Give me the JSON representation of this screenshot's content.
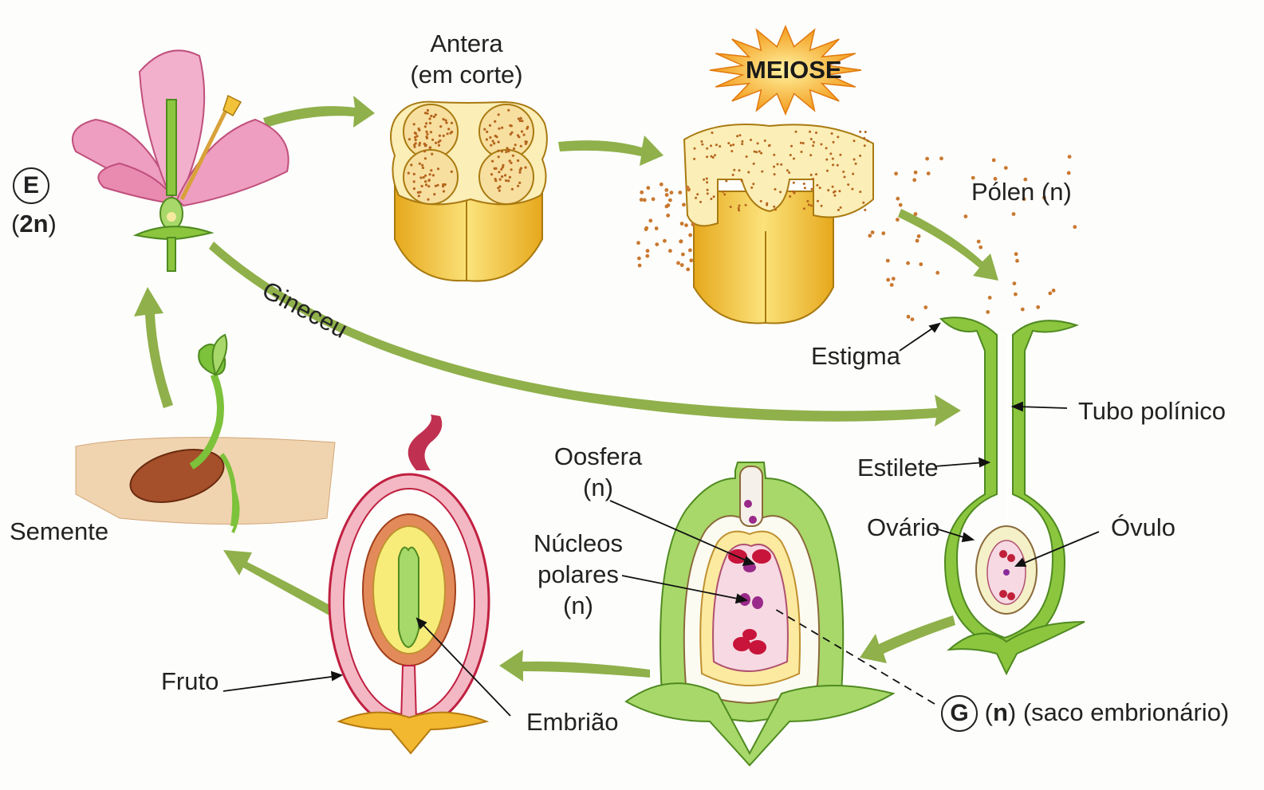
{
  "labels": {
    "antera_1": "Antera",
    "antera_2": "(em corte)",
    "meiose": "MEIOSE",
    "polen": "Pólen (n)",
    "estigma": "Estigma",
    "tubo": "Tubo polínico",
    "estilete": "Estilete",
    "ovario": "Ovário",
    "ovulo": "Óvulo",
    "gineceu": "Gineceu",
    "e_letter": "E",
    "e_ploidy_open": "(",
    "e_ploidy": "2n",
    "e_ploidy_close": ")",
    "semente": "Semente",
    "oosfera_1": "Oosfera",
    "oosfera_2": "(n)",
    "nucleos_1": "Núcleos",
    "nucleos_2": "polares",
    "nucleos_3": "(n)",
    "fruto": "Fruto",
    "embriao": "Embrião",
    "g_letter": "G",
    "g_open": "(",
    "g_ploidy": "n",
    "g_rest": ") (saco embrionário)"
  },
  "colors": {
    "arrow": "#8fb04a",
    "petal": "#e98bb0",
    "stem": "#7cc23a",
    "anther": "#f2c23a",
    "pollen": "#c9782f",
    "fruit": "#e0506a",
    "seed": "#a5502a",
    "soil": "#f0d4b0",
    "meiose_burst": "#f5a020"
  }
}
